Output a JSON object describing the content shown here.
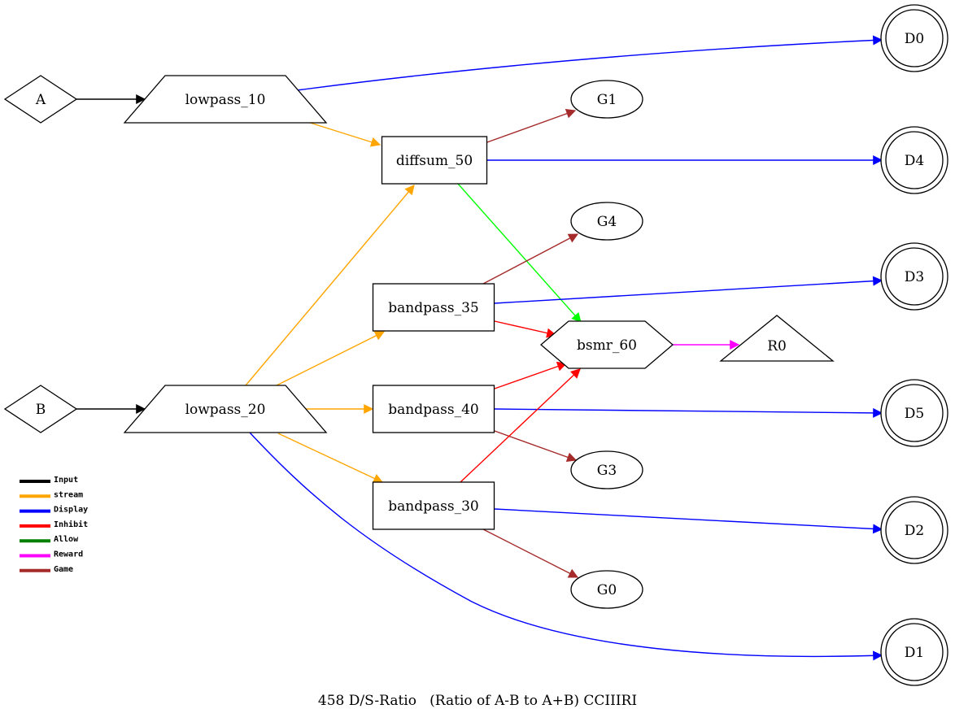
{
  "caption": "458 D/S-Ratio   (Ratio of A-B to A+B) CCIIIRI",
  "colors": {
    "input": "#000000",
    "stream": "#ffa500",
    "display": "#0000ff",
    "inhibit": "#ff0000",
    "allow": "#00ff00",
    "reward": "#ff00ff",
    "game": "#a52a2a"
  },
  "legend": [
    {
      "label": "Input",
      "color": "#000000"
    },
    {
      "label": "stream",
      "color": "#ffa500"
    },
    {
      "label": "Display",
      "color": "#0000ff"
    },
    {
      "label": "Inhibit",
      "color": "#ff0000"
    },
    {
      "label": "Allow",
      "color": "#008000"
    },
    {
      "label": "Reward",
      "color": "#ff00ff"
    },
    {
      "label": "Game",
      "color": "#a52a2a"
    }
  ],
  "nodes": {
    "A": {
      "label": "A",
      "shape": "diamond"
    },
    "B": {
      "label": "B",
      "shape": "diamond"
    },
    "lowpass_10": {
      "label": "lowpass_10",
      "shape": "trapezium"
    },
    "lowpass_20": {
      "label": "lowpass_20",
      "shape": "trapezium"
    },
    "diffsum_50": {
      "label": "diffsum_50",
      "shape": "box"
    },
    "bandpass_35": {
      "label": "bandpass_35",
      "shape": "box"
    },
    "bandpass_40": {
      "label": "bandpass_40",
      "shape": "box"
    },
    "bandpass_30": {
      "label": "bandpass_30",
      "shape": "box"
    },
    "bsmr_60": {
      "label": "bsmr_60",
      "shape": "hexagon"
    },
    "R0": {
      "label": "R0",
      "shape": "triangle"
    },
    "G1": {
      "label": "G1",
      "shape": "ellipse"
    },
    "G4": {
      "label": "G4",
      "shape": "ellipse"
    },
    "G3": {
      "label": "G3",
      "shape": "ellipse"
    },
    "G0": {
      "label": "G0",
      "shape": "ellipse"
    },
    "D0": {
      "label": "D0",
      "shape": "doublecircle"
    },
    "D4": {
      "label": "D4",
      "shape": "doublecircle"
    },
    "D3": {
      "label": "D3",
      "shape": "doublecircle"
    },
    "D5": {
      "label": "D5",
      "shape": "doublecircle"
    },
    "D2": {
      "label": "D2",
      "shape": "doublecircle"
    },
    "D1": {
      "label": "D1",
      "shape": "doublecircle"
    }
  },
  "edges": [
    {
      "from": "A",
      "to": "lowpass_10",
      "type": "input"
    },
    {
      "from": "B",
      "to": "lowpass_20",
      "type": "input"
    },
    {
      "from": "lowpass_10",
      "to": "D0",
      "type": "display"
    },
    {
      "from": "lowpass_10",
      "to": "diffsum_50",
      "type": "stream"
    },
    {
      "from": "lowpass_20",
      "to": "diffsum_50",
      "type": "stream"
    },
    {
      "from": "lowpass_20",
      "to": "bandpass_35",
      "type": "stream"
    },
    {
      "from": "lowpass_20",
      "to": "bandpass_40",
      "type": "stream"
    },
    {
      "from": "lowpass_20",
      "to": "bandpass_30",
      "type": "stream"
    },
    {
      "from": "lowpass_20",
      "to": "D1",
      "type": "display"
    },
    {
      "from": "diffsum_50",
      "to": "G1",
      "type": "game"
    },
    {
      "from": "diffsum_50",
      "to": "D4",
      "type": "display"
    },
    {
      "from": "diffsum_50",
      "to": "bsmr_60",
      "type": "allow"
    },
    {
      "from": "bandpass_35",
      "to": "G4",
      "type": "game"
    },
    {
      "from": "bandpass_35",
      "to": "D3",
      "type": "display"
    },
    {
      "from": "bandpass_35",
      "to": "bsmr_60",
      "type": "inhibit"
    },
    {
      "from": "bandpass_40",
      "to": "bsmr_60",
      "type": "inhibit"
    },
    {
      "from": "bandpass_40",
      "to": "D5",
      "type": "display"
    },
    {
      "from": "bandpass_40",
      "to": "G3",
      "type": "game"
    },
    {
      "from": "bandpass_30",
      "to": "bsmr_60",
      "type": "inhibit"
    },
    {
      "from": "bandpass_30",
      "to": "D2",
      "type": "display"
    },
    {
      "from": "bandpass_30",
      "to": "G0",
      "type": "game"
    },
    {
      "from": "bsmr_60",
      "to": "R0",
      "type": "reward"
    }
  ]
}
